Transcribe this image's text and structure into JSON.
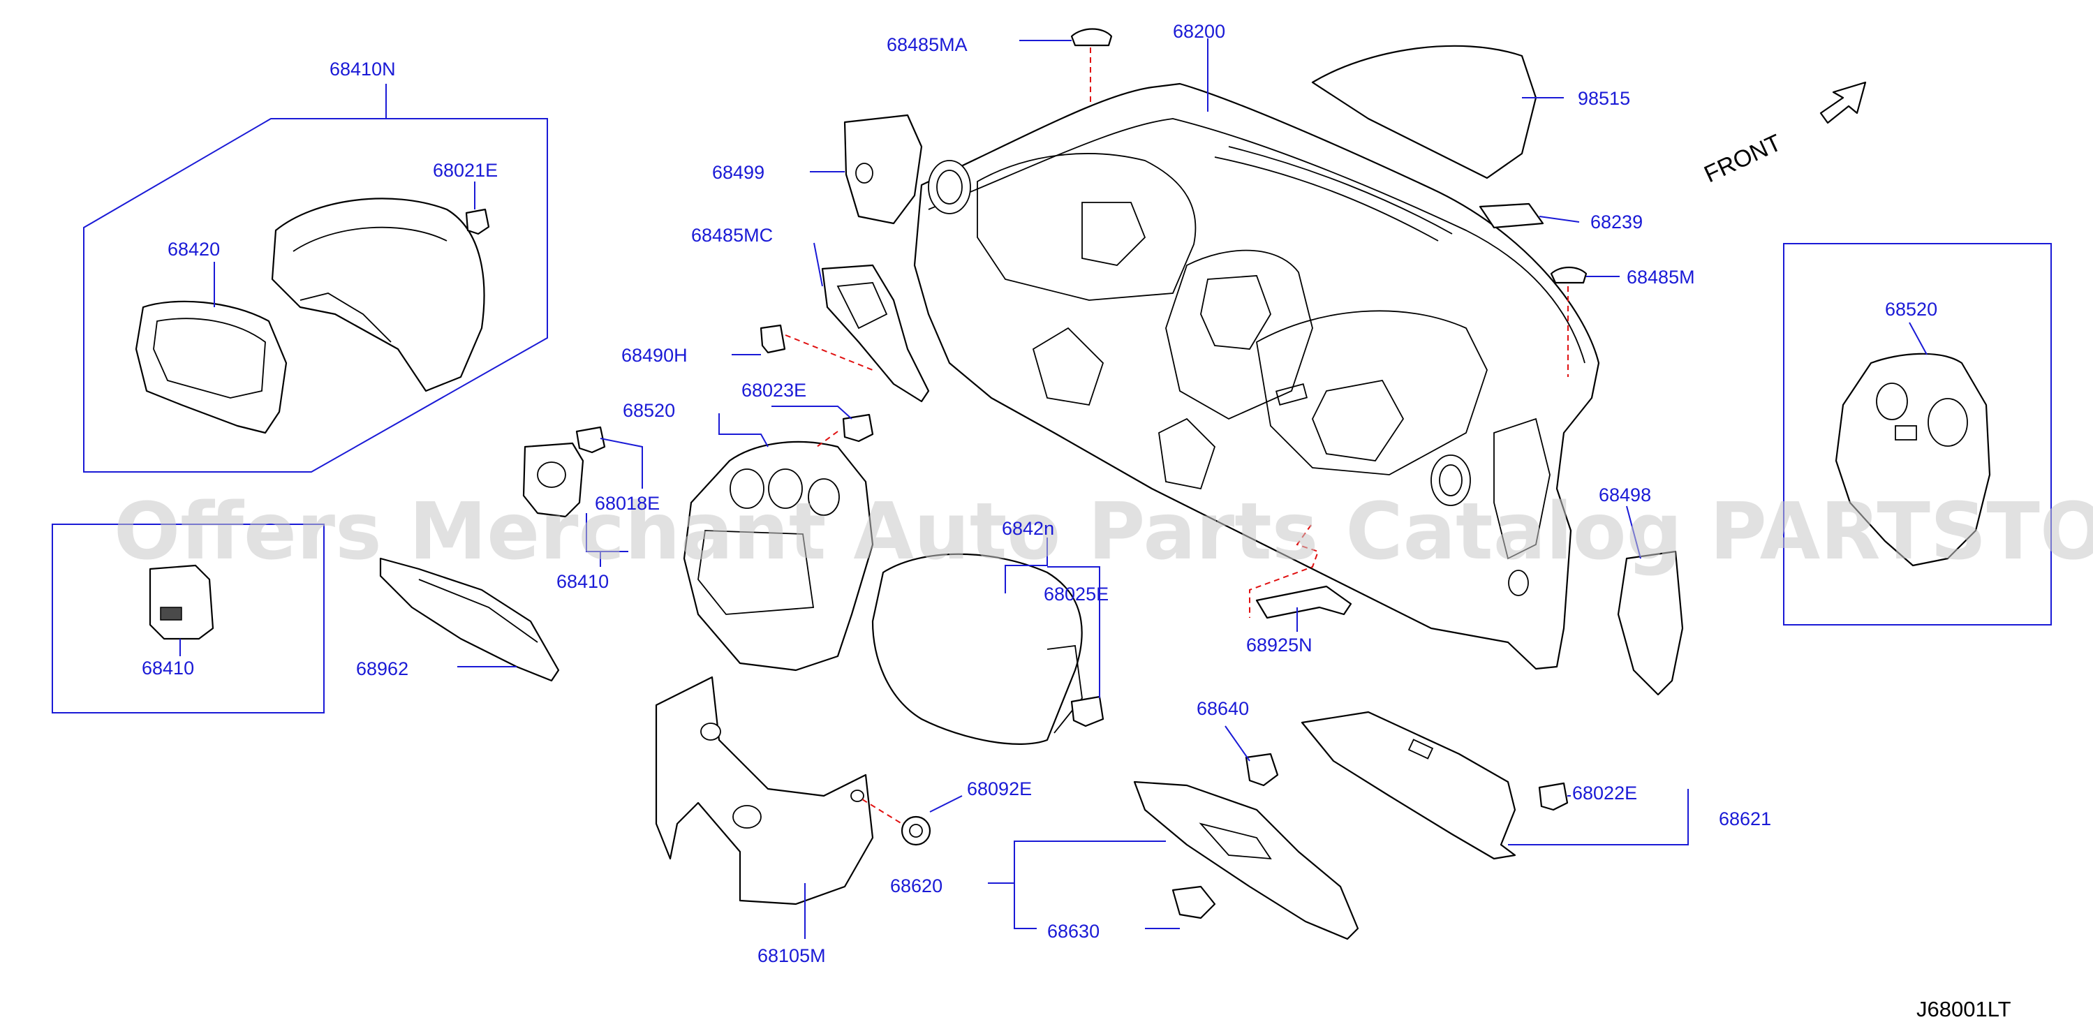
{
  "diagram": {
    "code": "J68001LT",
    "front_label": "FRONT",
    "watermark": "Offers Merchant Auto Parts Catalog PARTSTORE.SA",
    "labels": {
      "p68410N": "68410N",
      "p68021E": "68021E",
      "p68420": "68420",
      "p68485MA": "68485MA",
      "p68200": "68200",
      "p98515": "98515",
      "p68499": "68499",
      "p68239": "68239",
      "p68485MC": "68485MC",
      "p68485M": "68485M",
      "p68490H": "68490H",
      "p68520_main": "68520",
      "p68023E": "68023E",
      "p68520_inset": "68520",
      "p68018E": "68018E",
      "p68410_mid": "68410",
      "p68410_inset": "68410",
      "p68498": "68498",
      "p6842n": "6842n",
      "p68025E": "68025E",
      "p68925N": "68925N",
      "p68962": "68962",
      "p68640": "68640",
      "p68092E": "68092E",
      "p68022E": "68022E",
      "p68621": "68621",
      "p68620": "68620",
      "p68630": "68630",
      "p68105M": "68105M"
    }
  }
}
